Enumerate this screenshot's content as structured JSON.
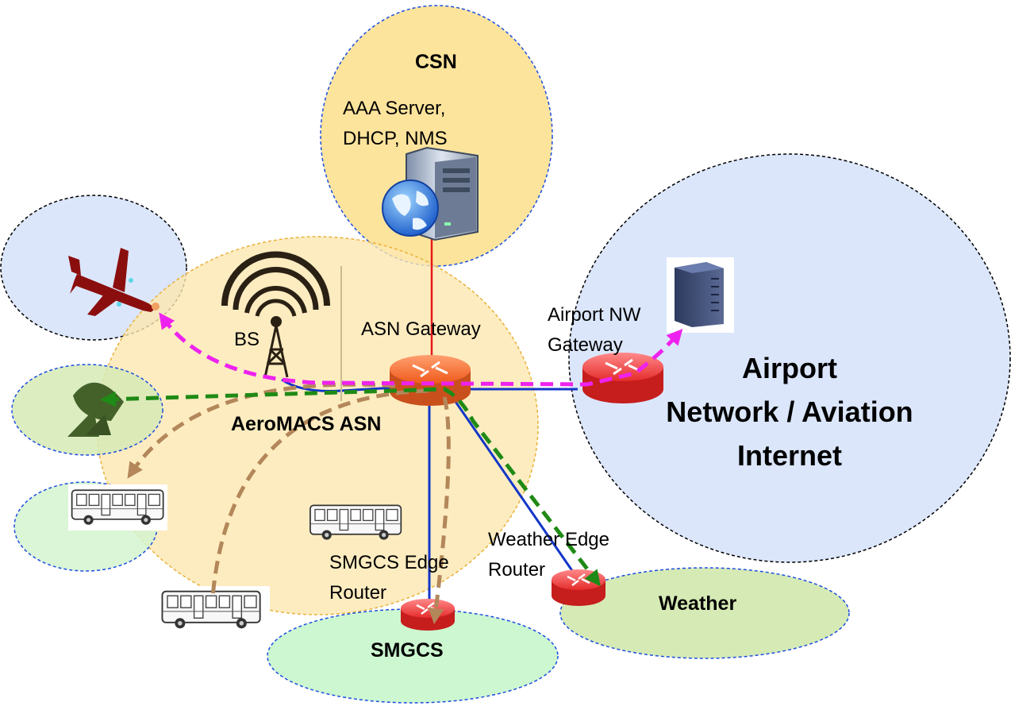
{
  "labels": {
    "csn": "CSN",
    "csn_services_line1": "AAA Server,",
    "csn_services_line2": "DHCP, NMS",
    "bs": "BS",
    "asn_gateway": "ASN Gateway",
    "aeromacs_asn": "AeroMACS ASN",
    "airport_nw_gateway_line1": "Airport NW",
    "airport_nw_gateway_line2": "Gateway",
    "airport_network_line1": "Airport",
    "airport_network_line2": "Network / Aviation",
    "airport_network_line3": "Internet",
    "weather_edge_router_line1": "Weather Edge",
    "weather_edge_router_line2": "Router",
    "smgcs_edge_router_line1": "SMGCS Edge",
    "smgcs_edge_router_line2": "Router",
    "weather": "Weather",
    "smgcs": "SMGCS"
  },
  "colors": {
    "csn_fill": "#fde49c",
    "asn_fill": "#fde7b0",
    "airport_fill": "#dbe6fb",
    "aircraft_zone_fill": "#dbe6fb",
    "satcom_fill": "#d6eab5",
    "vehicle_zone_fill": "#d4f5cf",
    "weather_fill": "#d6eab5",
    "smgcs_fill": "#cdf7d0",
    "router_red": "#e52b2b",
    "asn_router": "#ef6a2b",
    "link_red": "#e61a1a",
    "link_blue": "#1336c8",
    "flow_magenta": "#ee22ee",
    "flow_green": "#1f8a15",
    "flow_brown": "#b3875a",
    "aircraft": "#8b0e0e",
    "dish": "#44612a"
  }
}
